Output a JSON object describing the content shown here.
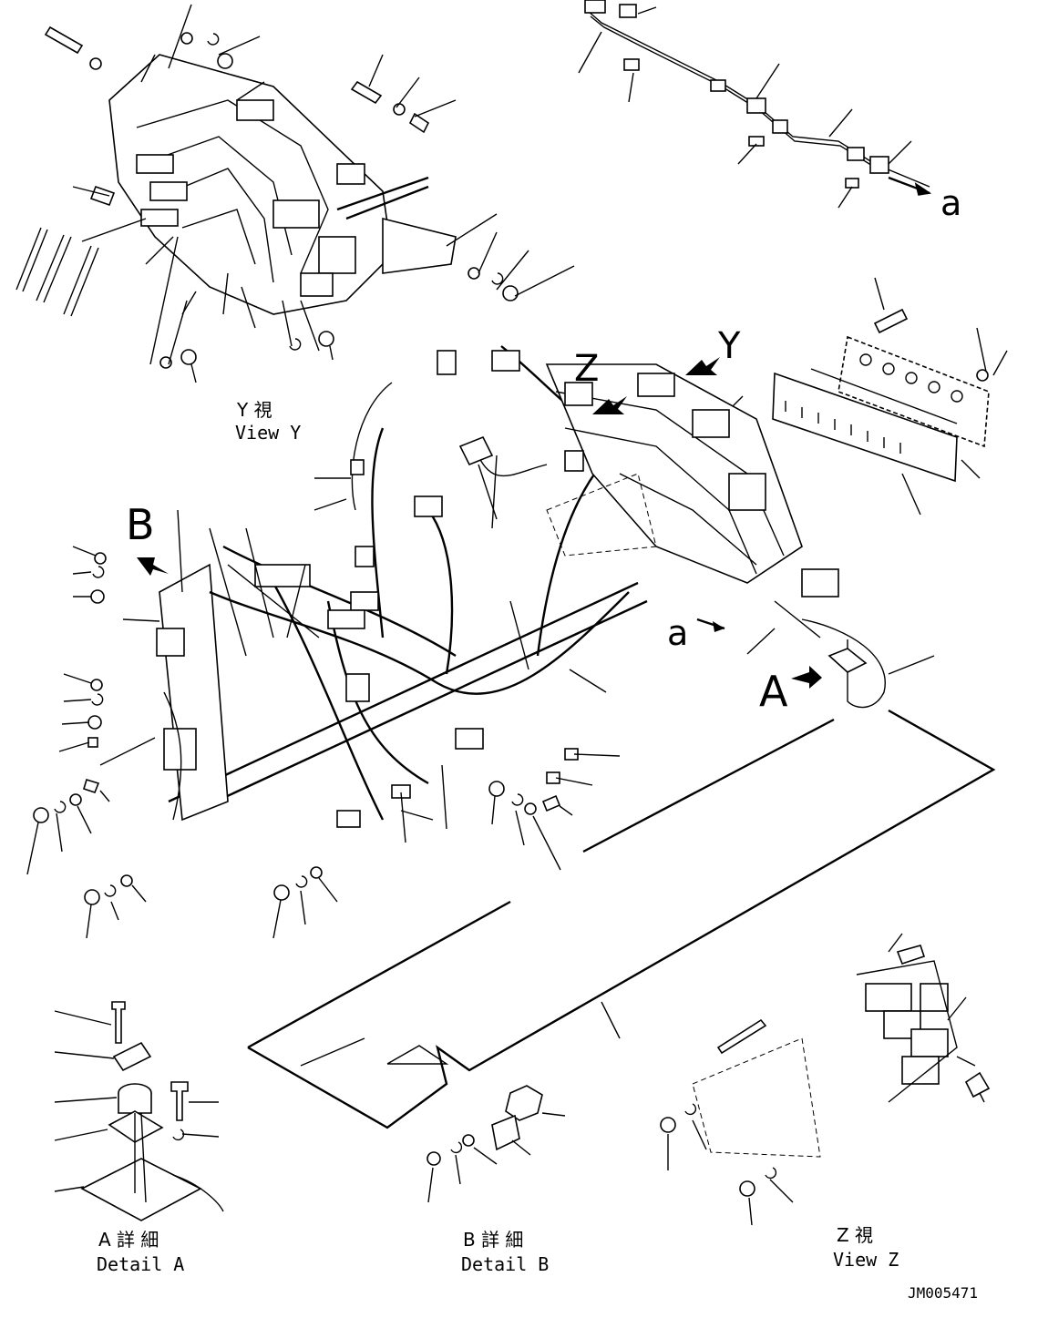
{
  "views": {
    "view_y": {
      "jp": "Y 視",
      "en": "View Y"
    },
    "detail_a": {
      "jp": "A 詳 細",
      "en": "Detail A"
    },
    "detail_b": {
      "jp": "B 詳 細",
      "en": "Detail B"
    },
    "view_z": {
      "jp": "Z 視",
      "en": "View Z"
    }
  },
  "callouts": {
    "a_top": "a",
    "a_mid": "a",
    "y": "Y",
    "z": "Z",
    "b": "B",
    "a_arrow": "A"
  },
  "drawing_number": "JM005471"
}
